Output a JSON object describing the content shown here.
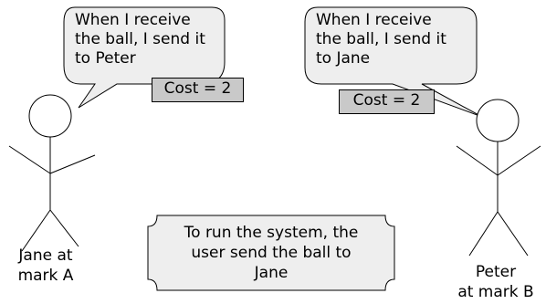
{
  "actors": {
    "jane": {
      "label_line1": "Jane at",
      "label_line2": "mark A"
    },
    "peter": {
      "label_line1": "Peter",
      "label_line2": "at mark B"
    }
  },
  "bubbles": {
    "jane": {
      "line1": "When I receive",
      "line2": "the ball, I send it",
      "line3": "to Peter",
      "cost": "Cost = 2"
    },
    "peter": {
      "line1": "When I receive",
      "line2": "the ball, I send it",
      "line3": "to Jane",
      "cost": "Cost = 2"
    }
  },
  "note": {
    "line1": "To run the system, the",
    "line2": "user send the ball to",
    "line3": "Jane"
  },
  "colors": {
    "bubble_fill": "#eeeeee",
    "cost_fill": "#c9c9c9",
    "note_fill": "#eeeeee",
    "stroke": "#000000"
  }
}
